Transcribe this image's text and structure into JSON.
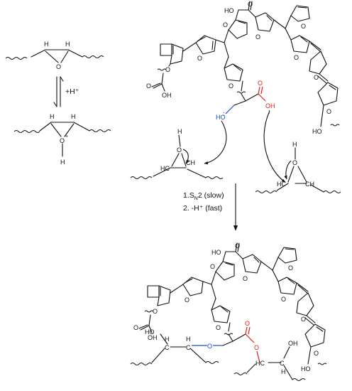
{
  "reaction_labels": {
    "protonation": "+H⁺",
    "step1_prefix": "1.S",
    "step1_sub": "N",
    "step1_suffix": "2 (slow)",
    "step2": "2. -H⁺ (fast)"
  },
  "atoms": {
    "H": "H",
    "O": "O",
    "O_plus": "+",
    "HC": "HC",
    "CH": "CH",
    "C": "C",
    "HO": "HO",
    "OH": "OH",
    "lone_pair": ":",
    "radical_dot": "·"
  },
  "colors": {
    "black": "#111111",
    "red": "#e0201c",
    "blue": "#1c4bd6"
  }
}
